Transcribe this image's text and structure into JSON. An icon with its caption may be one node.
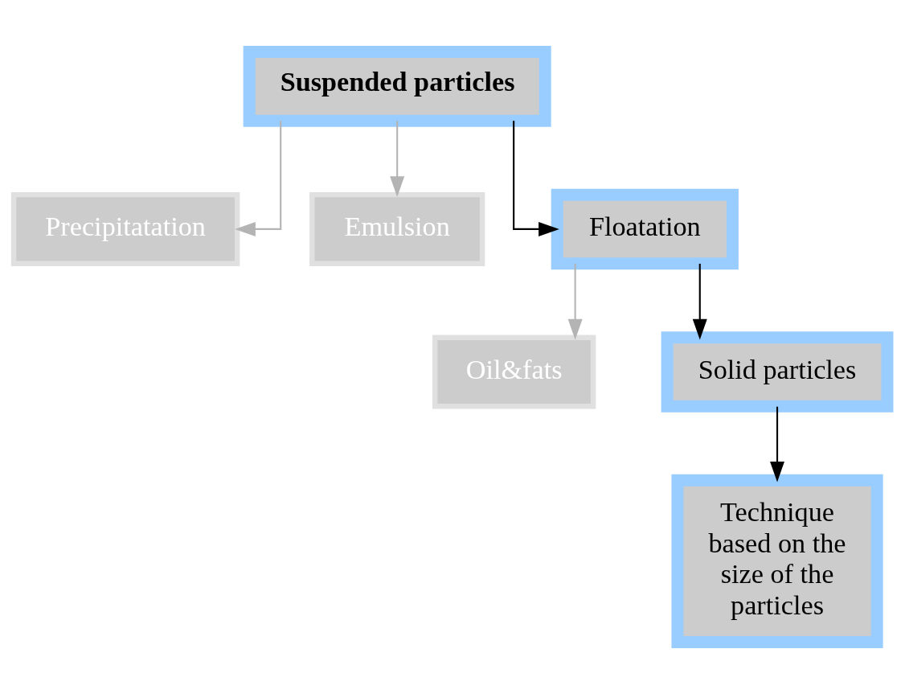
{
  "diagram": {
    "nodes": [
      {
        "text": [
          "Suspended particles"
        ]
      },
      {
        "text": [
          "Precipitatation"
        ]
      },
      {
        "text": [
          "Emulsion"
        ]
      },
      {
        "text": [
          "Floatation"
        ]
      },
      {
        "text": [
          "Oil&fats"
        ]
      },
      {
        "text": [
          "Solid particles"
        ]
      },
      {
        "text": [
          "Technique based on the size of the particles"
        ]
      }
    ],
    "edges": [
      {
        "from": 0,
        "to": 1,
        "arrow": "to",
        "color": "#b4b4b4"
      },
      {
        "from": 0,
        "to": 2,
        "arrow": "to",
        "color": "#b4b4b4"
      },
      {
        "from": 0,
        "to": 3,
        "arrow": "to",
        "color": "#000000"
      },
      {
        "from": 3,
        "to": 4,
        "arrow": "to",
        "color": "#b4b4b4"
      },
      {
        "from": 3,
        "to": 5,
        "arrow": "to",
        "color": "#000000"
      },
      {
        "from": 5,
        "to": 6,
        "arrow": "to",
        "color": "#000000"
      }
    ]
  }
}
